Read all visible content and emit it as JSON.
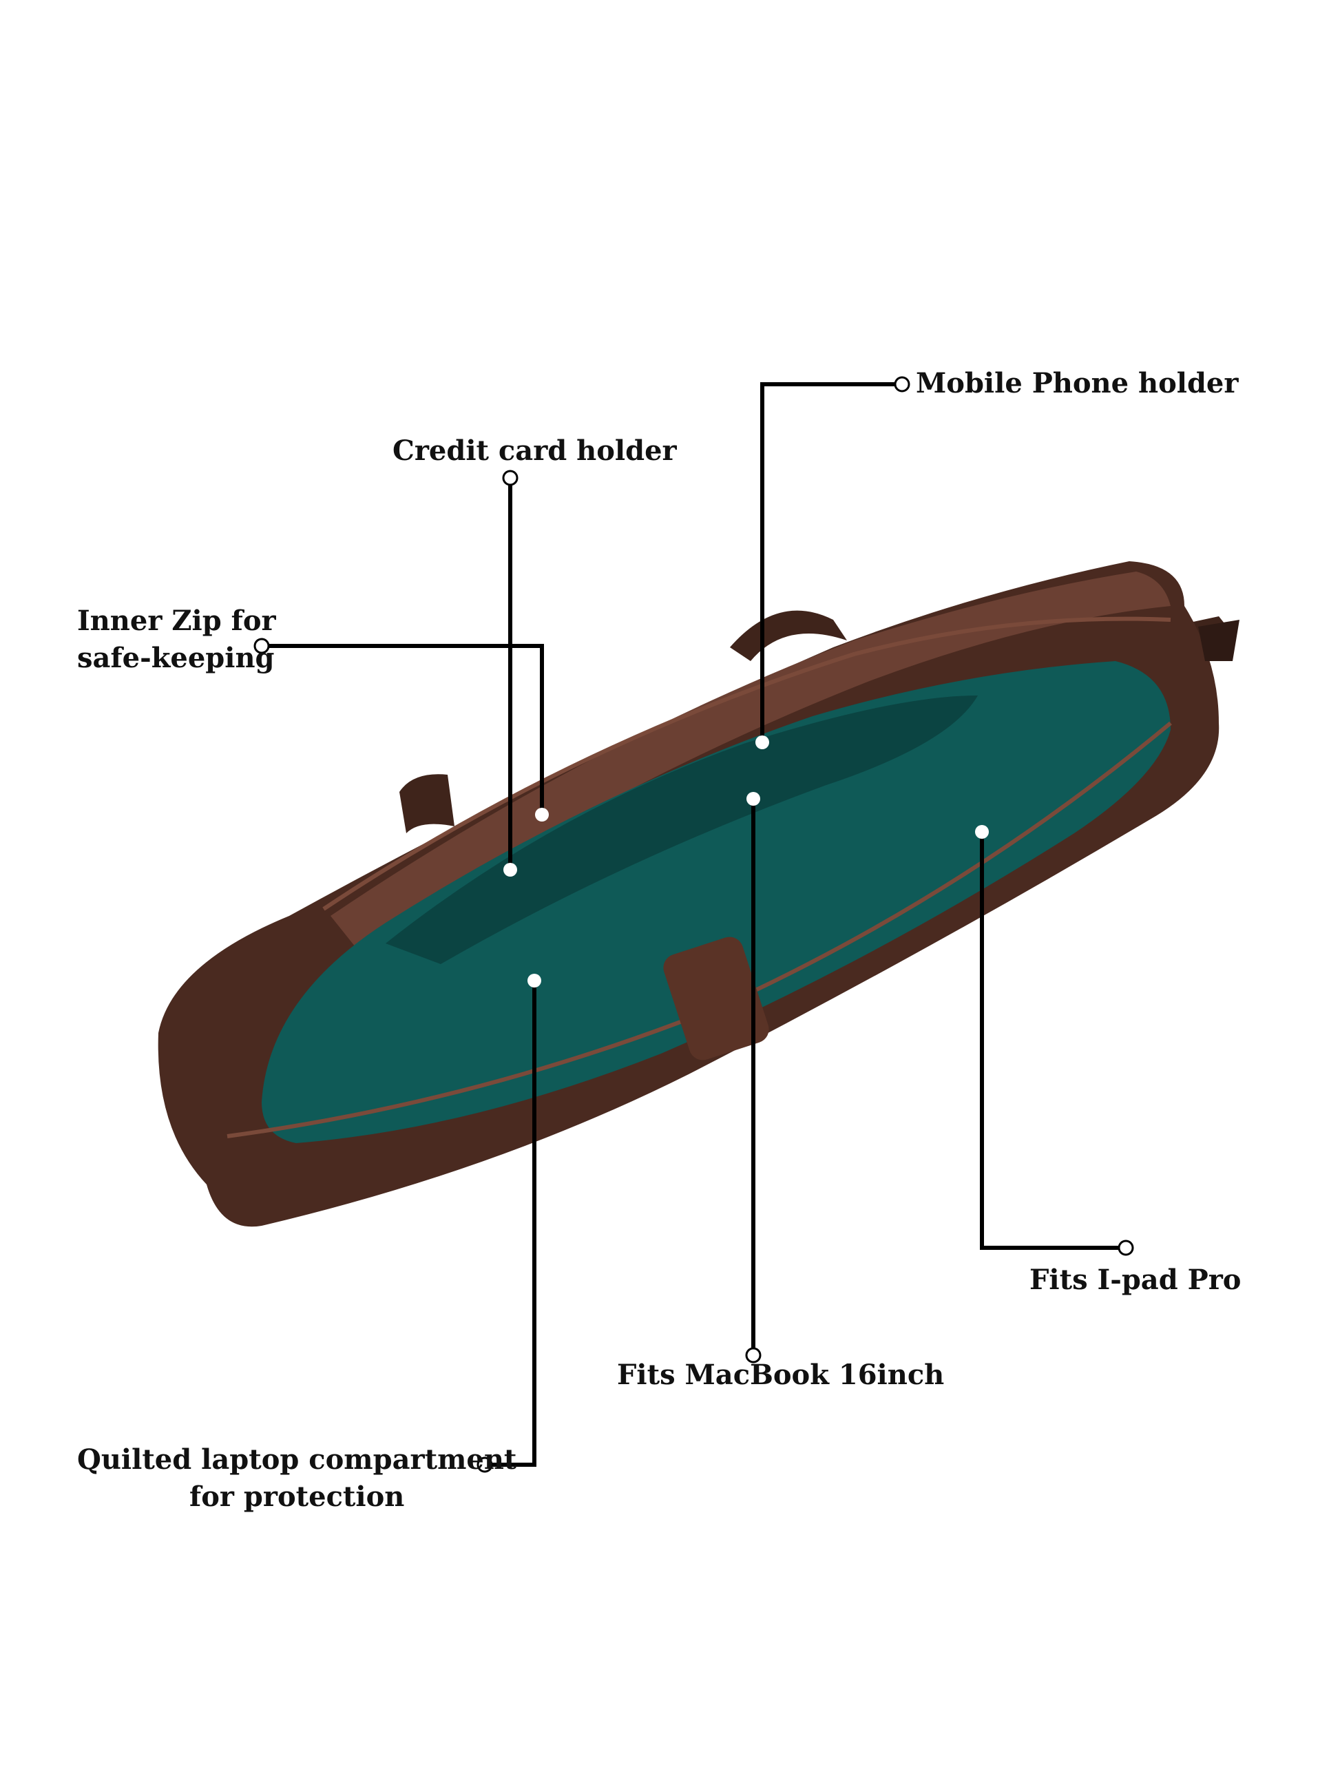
{
  "colors": {
    "background": "#ffffff",
    "leader_line": "#000000",
    "label_text": "#111111",
    "leather": "#4a2a20",
    "leather_highlight": "#6b4033",
    "lining": "#0f5a57",
    "lining_dark": "#0a3f3d"
  },
  "product_photo": {
    "subject": "open brown leather laptop bag"
  },
  "callouts": {
    "mobile_phone_holder": {
      "text": "Mobile Phone holder"
    },
    "credit_card_holder": {
      "text": "Credit card holder"
    },
    "inner_zip": {
      "line1": "Inner Zip for",
      "line2": "safe-keeping"
    },
    "fits_ipad": {
      "text": "Fits I-pad Pro"
    },
    "fits_macbook": {
      "text": "Fits MacBook 16inch"
    },
    "quilted_compartment": {
      "line1": "Quilted laptop compartment",
      "line2": "for protection"
    }
  }
}
